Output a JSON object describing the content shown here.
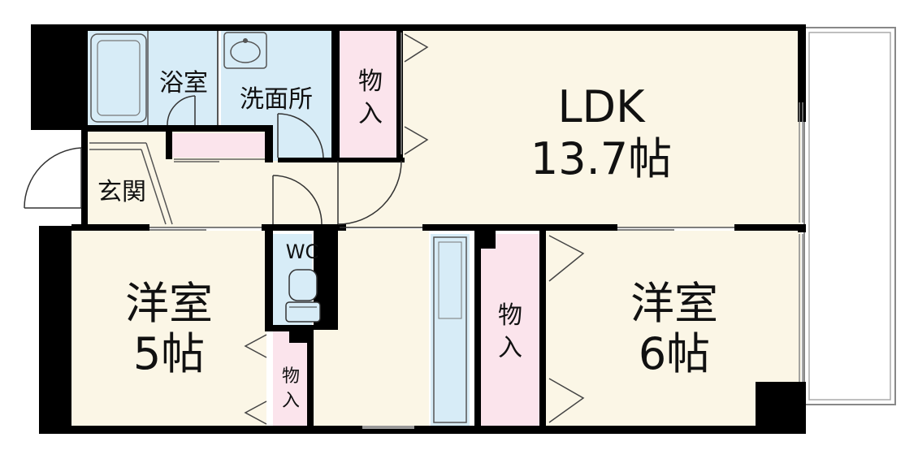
{
  "rooms": {
    "ldk": {
      "name": "LDK",
      "size": "13.7帖"
    },
    "western_room_left": {
      "name": "洋室",
      "size": "5帖"
    },
    "western_room_right": {
      "name": "洋室",
      "size": "6帖"
    },
    "bathroom": {
      "name": "浴室"
    },
    "washroom": {
      "name": "洗面所"
    },
    "entrance": {
      "name": "玄関"
    },
    "toilet": {
      "name": "WC"
    },
    "closet_top": {
      "name_line1": "物",
      "name_line2": "入"
    },
    "closet_mid": {
      "name_line1": "物",
      "name_line2": "入"
    },
    "closet_small": {
      "name_line1": "物",
      "name_line2": "入"
    }
  },
  "colors": {
    "wall": "#000000",
    "ldk_fill": "#fbf6e6",
    "room_fill": "#fbf6e6",
    "wet_area_fill": "#d7ecf7",
    "closet_fill": "#fbe4ec",
    "balcony_line": "#888888"
  }
}
